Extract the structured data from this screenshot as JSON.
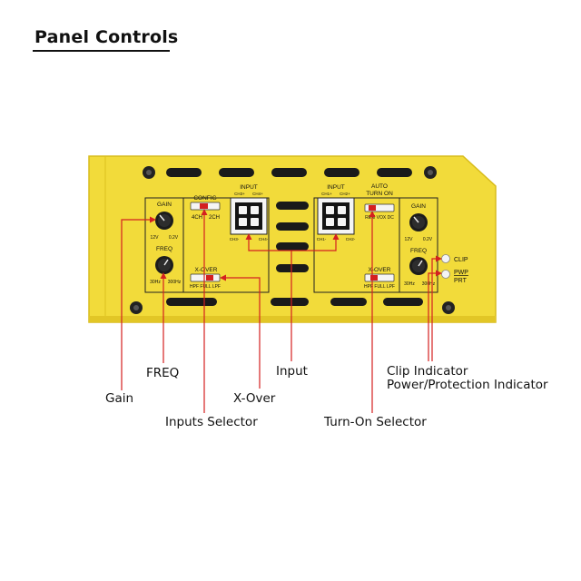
{
  "title": "Panel Controls",
  "colors": {
    "panel": "#f2db3a",
    "panel_edge": "#d8bc1c",
    "leader": "#d42020",
    "dark": "#141414",
    "text": "#111111"
  },
  "panel_labels": {
    "gain": "GAIN",
    "gain_min": "12V",
    "gain_max": "0.2V",
    "freq": "FREQ",
    "freq_min": "30Hz",
    "freq_max": "300Hz",
    "config": "CONFIG",
    "config_4ch": "4CH",
    "config_2ch": "2CH",
    "input": "INPUT",
    "ch3_plus": "CH3+",
    "ch4_plus": "CH4+",
    "ch3_minus": "CH3-",
    "ch4_minus": "CH4-",
    "ch1_plus": "CH1+",
    "ch2_plus": "CH2+",
    "ch1_minus": "CH1-",
    "ch2_minus": "CH2-",
    "auto": "AUTO",
    "turn_on": "TURN ON",
    "rem_vox_dc": "REM VOX DC",
    "xover": "X-OVER",
    "xover_opts": "HPF FULL LPF",
    "clip": "CLIP",
    "pwp": "PWP",
    "prt": "PRT"
  },
  "callouts": {
    "gain": "Gain",
    "freq": "FREQ",
    "inputs_selector": "Inputs Selector",
    "x_over": "X-Over",
    "input": "Input",
    "turn_on_selector": "Turn-On Selector",
    "clip_indicator": "Clip Indicator",
    "power_protection": "Power/Protection Indicator"
  }
}
